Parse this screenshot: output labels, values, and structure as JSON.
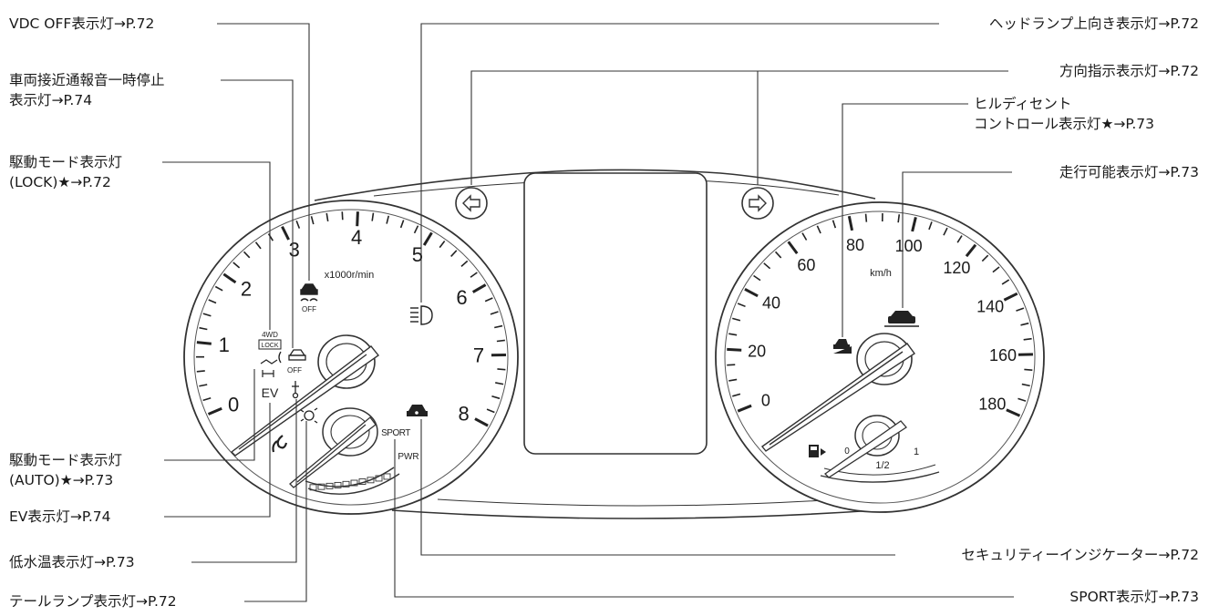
{
  "labels": {
    "vdc_off": "VDC OFF表示灯→P.72",
    "approach_sound_line1": "車両接近通報音一時停止",
    "approach_sound_line2": "表示灯→P.74",
    "drive_lock_line1": "駆動モード表示灯",
    "drive_lock_line2": "(LOCK)★→P.72",
    "drive_auto_line1": "駆動モード表示灯",
    "drive_auto_line2": "(AUTO)★→P.73",
    "ev": "EV表示灯→P.74",
    "low_water_temp": "低水温表示灯→P.73",
    "tail_lamp": "テールランプ表示灯→P.72",
    "headlamp_high": "ヘッドランプ上向き表示灯→P.72",
    "turn_signal": "方向指示表示灯→P.72",
    "hill_descent_line1": "ヒルディセント",
    "hill_descent_line2": "コントロール表示灯★→P.73",
    "ready": "走行可能表示灯→P.73",
    "security": "セキュリティーインジケーター→P.72",
    "sport": "SPORT表示灯→P.73"
  },
  "tachometer": {
    "numbers": [
      "0",
      "1",
      "2",
      "3",
      "4",
      "5",
      "6",
      "7",
      "8"
    ],
    "unit": "x1000r/min",
    "sport": "SPORT",
    "pwr": "PWR",
    "ev": "EV",
    "off": "OFF",
    "wd_line1": "4WD",
    "wd_line2": "LOCK"
  },
  "speedometer": {
    "numbers": [
      "0",
      "20",
      "40",
      "60",
      "80",
      "100",
      "120",
      "140",
      "160",
      "180"
    ],
    "unit": "km/h"
  },
  "fuel": {
    "numbers": [
      "0",
      "1/2",
      "1"
    ]
  }
}
